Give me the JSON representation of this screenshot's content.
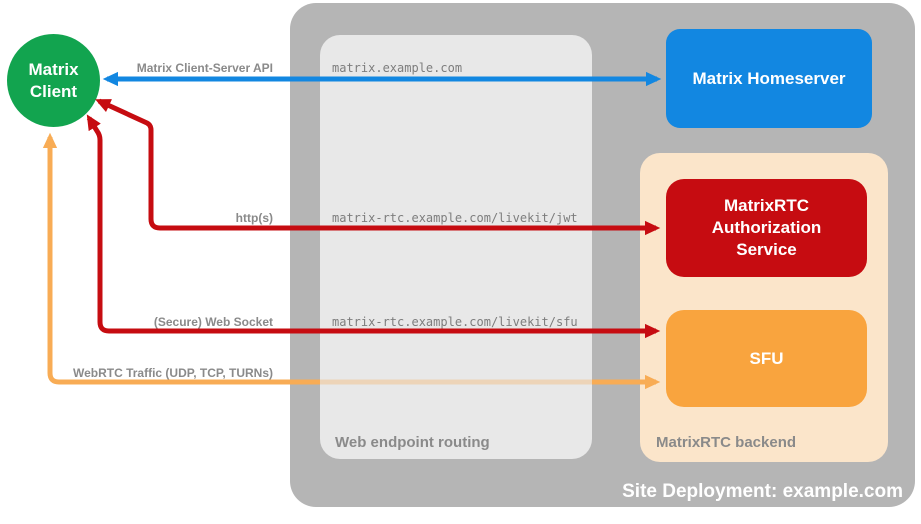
{
  "diagram": {
    "site": {
      "label": "Site Deployment: example.com"
    },
    "routing_zone": {
      "label": "Web endpoint routing"
    },
    "backend_zone": {
      "label": "MatrixRTC backend"
    },
    "nodes": {
      "client": {
        "line1": "Matrix",
        "line2": "Client"
      },
      "homeserver": {
        "label": "Matrix Homeserver"
      },
      "auth_service": {
        "label": "MatrixRTC Authorization Service"
      },
      "sfu": {
        "label": "SFU"
      }
    },
    "arrows": {
      "cs_api": {
        "label": "Matrix Client-Server API",
        "endpoint": "matrix.example.com"
      },
      "https": {
        "label": "http(s)",
        "endpoint": "matrix-rtc.example.com/livekit/jwt"
      },
      "websocket": {
        "label": "(Secure) Web Socket",
        "endpoint": "matrix-rtc.example.com/livekit/sfu"
      },
      "webrtc": {
        "label": "WebRTC Traffic (UDP, TCP, TURNs)"
      }
    },
    "colors": {
      "green": "#12A44F",
      "blue": "#1287E1",
      "red": "#C60C11",
      "orange_box": "#F9A43E",
      "orange_line": "#F8AC55",
      "peach": "#FBE5CA",
      "gray_outer": "#B5B5B5",
      "gray_inner": "#E8E8E8",
      "label_gray": "#8A8A8A",
      "mono_gray": "#7D7D7D"
    }
  }
}
